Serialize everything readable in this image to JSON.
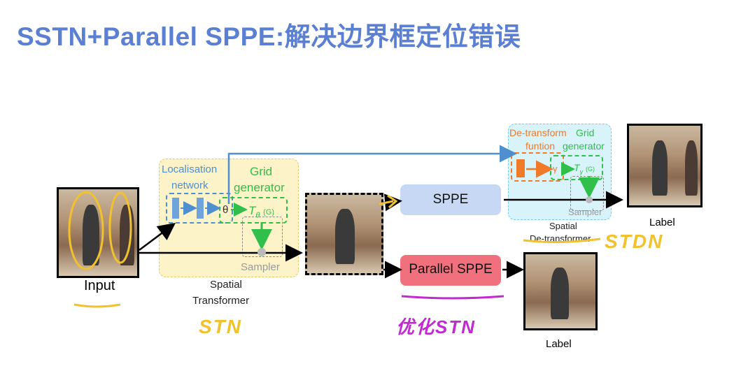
{
  "title": "SSTN+Parallel SPPE:解决边界框定位错误",
  "input_label": "Input",
  "stn": {
    "localisation_label": "Localisation\nnetwork",
    "localisation_line1": "Localisation",
    "localisation_line2": "network",
    "grid_line1": "Grid",
    "grid_line2": "generator",
    "theta": "θ",
    "transform_main": "T",
    "transform_sub": "θ",
    "transform_arg": "(G)",
    "sampler": "Sampler",
    "caption_line1": "Spatial",
    "caption_line2": "Transformer"
  },
  "sppe_label": "SPPE",
  "parallel_sppe_label": "Parallel SPPE",
  "sdtn": {
    "detransform_line1": "De-transform",
    "detransform_line2": "funtion",
    "grid_line1": "Grid",
    "grid_line2": "generator",
    "gamma": "γ",
    "transform_main": "T",
    "transform_sub": "γ",
    "transform_arg": "(G)",
    "sampler": "Sampler",
    "caption_line1": "Spatial",
    "caption_line2": "De-transformer"
  },
  "label_top": "Label",
  "label_bottom": "Label",
  "annotations": {
    "stn": "STN",
    "optimize": "优化STN",
    "stdn": "STDN"
  },
  "colors": {
    "title": "#5b7fd2",
    "stn_bg": "#fdf3c8",
    "sdtn_bg": "#d9f3fb",
    "sppe_bg": "#c7d8f4",
    "parallel_bg": "#f0707e",
    "green": "#2fbf4a",
    "orange": "#f07a28",
    "blue": "#4f8fd0",
    "yellow_ink": "#f2c12e",
    "purple_ink": "#c02ad0"
  }
}
